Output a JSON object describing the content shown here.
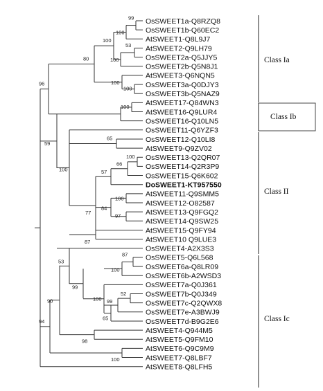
{
  "leaves": [
    "OsSWEET1a-Q8RZQ8",
    "OsSWEET1b-Q60EC2",
    "AtSWEET1-Q8L9J7",
    "AtSWEET2-Q9LH79",
    "OsSWEET2a-Q5JJY5",
    "OsSWEET2b-Q5N8J1",
    "AtSWEET3-Q6NQN5",
    "OsSWEET3a-Q0DJY3",
    "OsSWEET3b-Q5NAZ9",
    "AtSWEET17-Q84WN3",
    "AtSWEET16-Q9LUR4",
    "OsSWEET16-Q10LN5",
    "OsSWEET11-Q6YZF3",
    "OsSWEET12-Q10LI8",
    "AtSWEET9-Q9ZV02",
    "OsSWEET13-Q2QR07",
    "OsSWEET14-Q2R3P9",
    "OsSWEET15-Q6K602",
    "DoSWEET1-KT957550",
    "AtSWEET11-Q9SMM5",
    "AtSWEET12-O82587",
    "AtSWEET13-Q9FGQ2",
    "AtSWEET14-Q9SW25",
    "AtSWEET15-Q9FY94",
    "AtSWEET10 Q9LUE3",
    "OsSWEET4-A2X3S3",
    "OsSWEET5-Q6L568",
    "OsSWEET6a-Q8LR09",
    "OsSWEET6b-A2WSD3",
    "OsSWEET7a-Q0J361",
    "OsSWEET7b-Q0J349",
    "OsSWEET7c-Q2QWX8",
    "OsSWEET7e-A3BWJ9",
    "OsSWEET7d-B9G2E6",
    "AtSWEET4-Q944M5",
    "AtSWEET5-Q9FM10",
    "AtSWEET6-Q9C9M9",
    "AtSWEET7-Q8LBF7",
    "AtSWEET8-Q8LFH5"
  ],
  "highlighted_leaf": "DoSWEET1-KT957550",
  "bootstrap": {
    "n1a_1": "99",
    "n1a_2": "100",
    "n2a": "53",
    "n2b": "100",
    "n2": "100",
    "n3a": "100",
    "n3": "100",
    "n1a": "80",
    "n1a_b": "100",
    "n1b": "100",
    "root_up": "96",
    "n2_top": "65",
    "n2_osx": "100",
    "n2_os13": "66",
    "n2_os": "57",
    "n2_at11": "100",
    "n2_at13": "97",
    "n2_atA": "84",
    "n2_at15": "87",
    "n2_inner": "77",
    "n2_root": "100",
    "n2_cls": "59",
    "c_os56": "87",
    "c_os6": "100",
    "c_os7bc": "52",
    "c_os7": "99",
    "c_os7all": "65",
    "c_os7x": "100",
    "c_osA": "99",
    "c_top": "53",
    "c_at45": "98",
    "c_mid": "90",
    "c_at67": "100",
    "c_root": "94"
  },
  "classes": [
    {
      "label": "Class Ia",
      "boxed": false
    },
    {
      "label": "Class Ib",
      "boxed": true
    },
    {
      "label": "Class II",
      "boxed": false
    },
    {
      "label": "Class Ic",
      "boxed": false
    }
  ]
}
